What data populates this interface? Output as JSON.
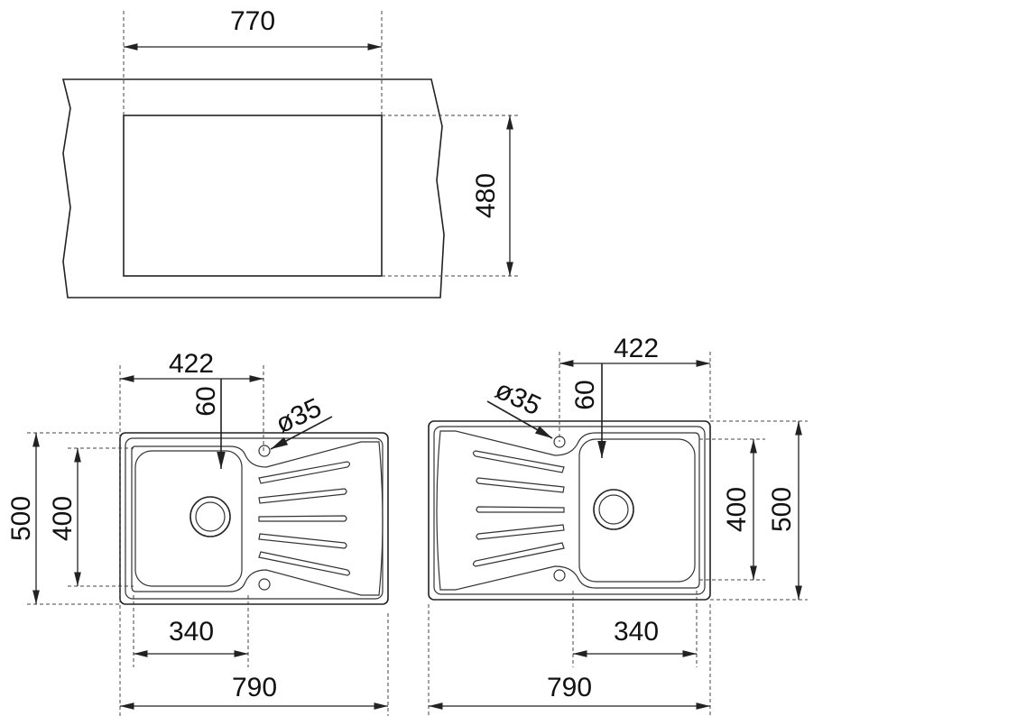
{
  "cutout": {
    "width": "770",
    "height": "480"
  },
  "sink_left": {
    "width_422": "422",
    "offset_60": "60",
    "tap_hole": "ø35",
    "total_height": "500",
    "bowl_height": "400",
    "bowl_width": "340",
    "total_width": "790"
  },
  "sink_right": {
    "width_422": "422",
    "offset_60": "60",
    "tap_hole": "ø35",
    "total_height": "500",
    "bowl_height": "400",
    "bowl_width": "340",
    "total_width": "790"
  }
}
